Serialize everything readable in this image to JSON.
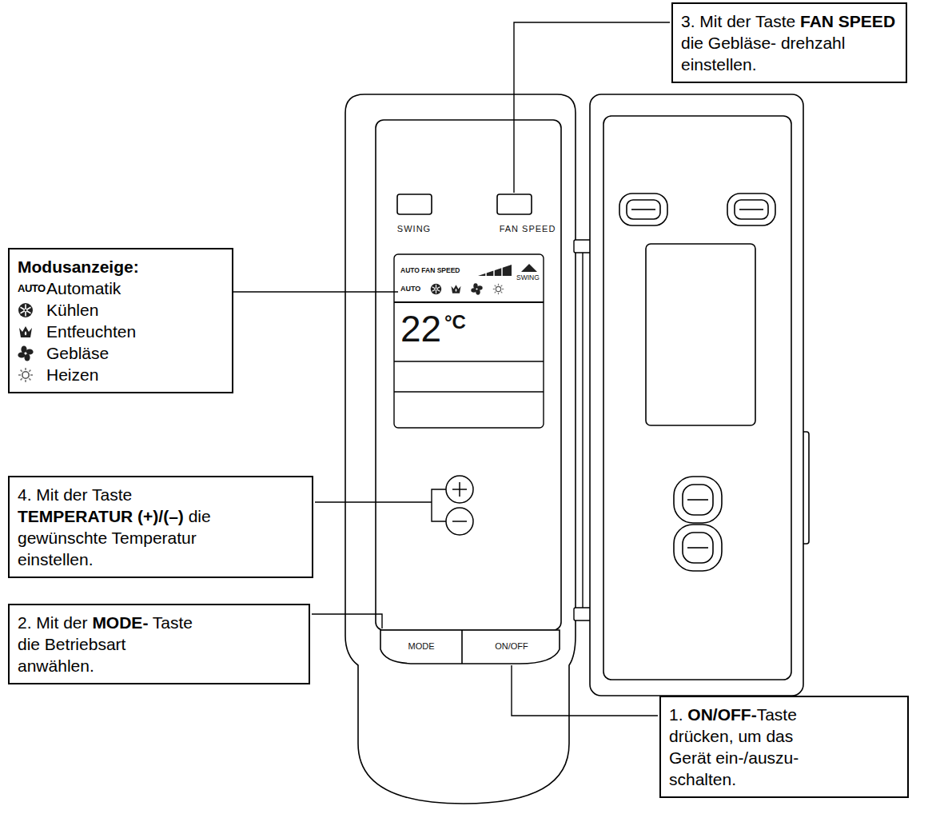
{
  "diagram": {
    "nodes": [
      {
        "text": [
          "3. Mit der Taste FAN SPEED die Gebläse- drehzahl einstellen."
        ]
      },
      {
        "text": [
          "Modusanzeige:",
          "AUTO",
          "Automatik",
          "Kühlen",
          "Entfeuchten",
          "Gebläse",
          "Heizen"
        ]
      },
      {
        "text": [
          "4. Mit der Taste TEMPERATUR (+)/(–) die gewünschte Temperatur einstellen."
        ]
      },
      {
        "text": [
          "2. Mit der MODE- Taste die Betriebsart anwählen."
        ]
      },
      {
        "text": [
          "1. ON/OFF-Taste drücken, um das Gerät ein-/auszu- schalten."
        ]
      }
    ],
    "labels": [
      "SWING",
      "FAN SPEED",
      "AUTO FAN SPEED",
      "SWING",
      "AUTO",
      "22",
      "°C",
      "MODE",
      "ON/OFF"
    ]
  }
}
